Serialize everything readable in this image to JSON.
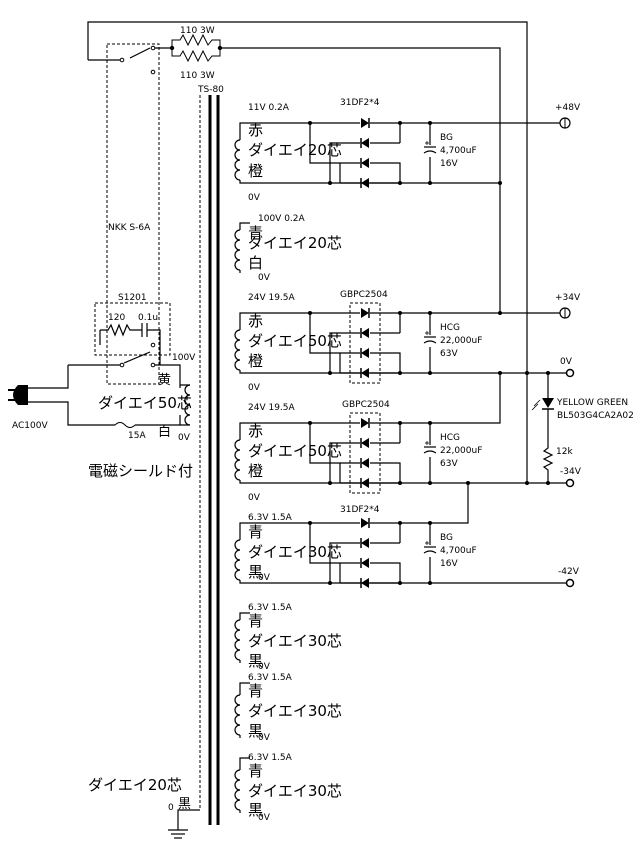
{
  "top": {
    "r1": "110 3W",
    "r2": "110 3W",
    "transformer": "TS-80",
    "switch": "NKK S-6A",
    "switch2": "S1201",
    "snub_r": "120",
    "snub_c": "0.1u",
    "mains": "AC100V",
    "fuse": "15A",
    "pri_top": "100V",
    "pri_bot": "0V",
    "pri_wire": "ダイエイ50芯",
    "pri_c1": "黄",
    "pri_c2": "白",
    "shield": "電磁シールド付",
    "gnd_wire": "ダイエイ20芯",
    "gnd_c": "黒",
    "gnd_zero": "0"
  },
  "secondaries": [
    {
      "v": "11V 0.2A",
      "c1": "赤",
      "wire": "ダイエイ20芯",
      "c2": "橙",
      "zero": "0V"
    },
    {
      "v": "100V 0.2A",
      "c1": "青",
      "wire": "ダイエイ20芯",
      "c2": "白",
      "zero": "0V"
    },
    {
      "v": "24V 19.5A",
      "c1": "赤",
      "wire": "ダイエイ50芯",
      "c2": "橙",
      "zero": "0V"
    },
    {
      "v": "24V 19.5A",
      "c1": "赤",
      "wire": "ダイエイ50芯",
      "c2": "橙",
      "zero": "0V"
    },
    {
      "v": "6.3V 1.5A",
      "c1": "青",
      "wire": "ダイエイ30芯",
      "c2": "黒",
      "zero": "0V"
    },
    {
      "v": "6.3V 1.5A",
      "c1": "青",
      "wire": "ダイエイ30芯",
      "c2": "黒",
      "zero": "0V"
    },
    {
      "v": "6.3V 1.5A",
      "c1": "青",
      "wire": "ダイエイ30芯",
      "c2": "黒",
      "zero": "0V"
    },
    {
      "v": "6.3V 1.5A",
      "c1": "青",
      "wire": "ダイエイ30芯",
      "c2": "黒",
      "zero": "0V"
    }
  ],
  "rectifiers": [
    {
      "diode": "31DF2*4",
      "cap_type": "BG",
      "cap_val": "4,700uF",
      "cap_v": "16V"
    },
    {
      "diode": "GBPC2504",
      "cap_type": "HCG",
      "cap_val": "22,000uF",
      "cap_v": "63V"
    },
    {
      "diode": "GBPC2504",
      "cap_type": "HCG",
      "cap_val": "22,000uF",
      "cap_v": "63V"
    },
    {
      "diode": "31DF2*4",
      "cap_type": "BG",
      "cap_val": "4,700uF",
      "cap_v": "16V"
    }
  ],
  "outputs": {
    "p48": "+48V",
    "p34": "+34V",
    "zero": "0V",
    "m34": "-34V",
    "m42": "-42V"
  },
  "led": {
    "color": "YELLOW GREEN",
    "part": "BL503G4CA2A02",
    "r": "12k"
  }
}
